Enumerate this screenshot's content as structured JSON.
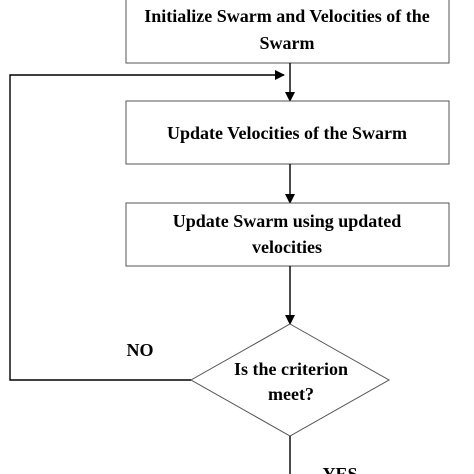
{
  "diagram": {
    "nodes": {
      "init": {
        "line1": "Initialize Swarm and Velocities of the",
        "line2": "Swarm"
      },
      "update_velocities": {
        "line1": "Update Velocities of the Swarm"
      },
      "update_swarm": {
        "line1": "Update Swarm using updated",
        "line2": "velocities"
      },
      "decision": {
        "line1": "Is the criterion",
        "line2": "meet?"
      }
    },
    "edge_labels": {
      "no": "NO",
      "yes": "YES"
    },
    "colors": {
      "stroke": "#555555",
      "text": "#000000",
      "background": "#ffffff"
    }
  }
}
